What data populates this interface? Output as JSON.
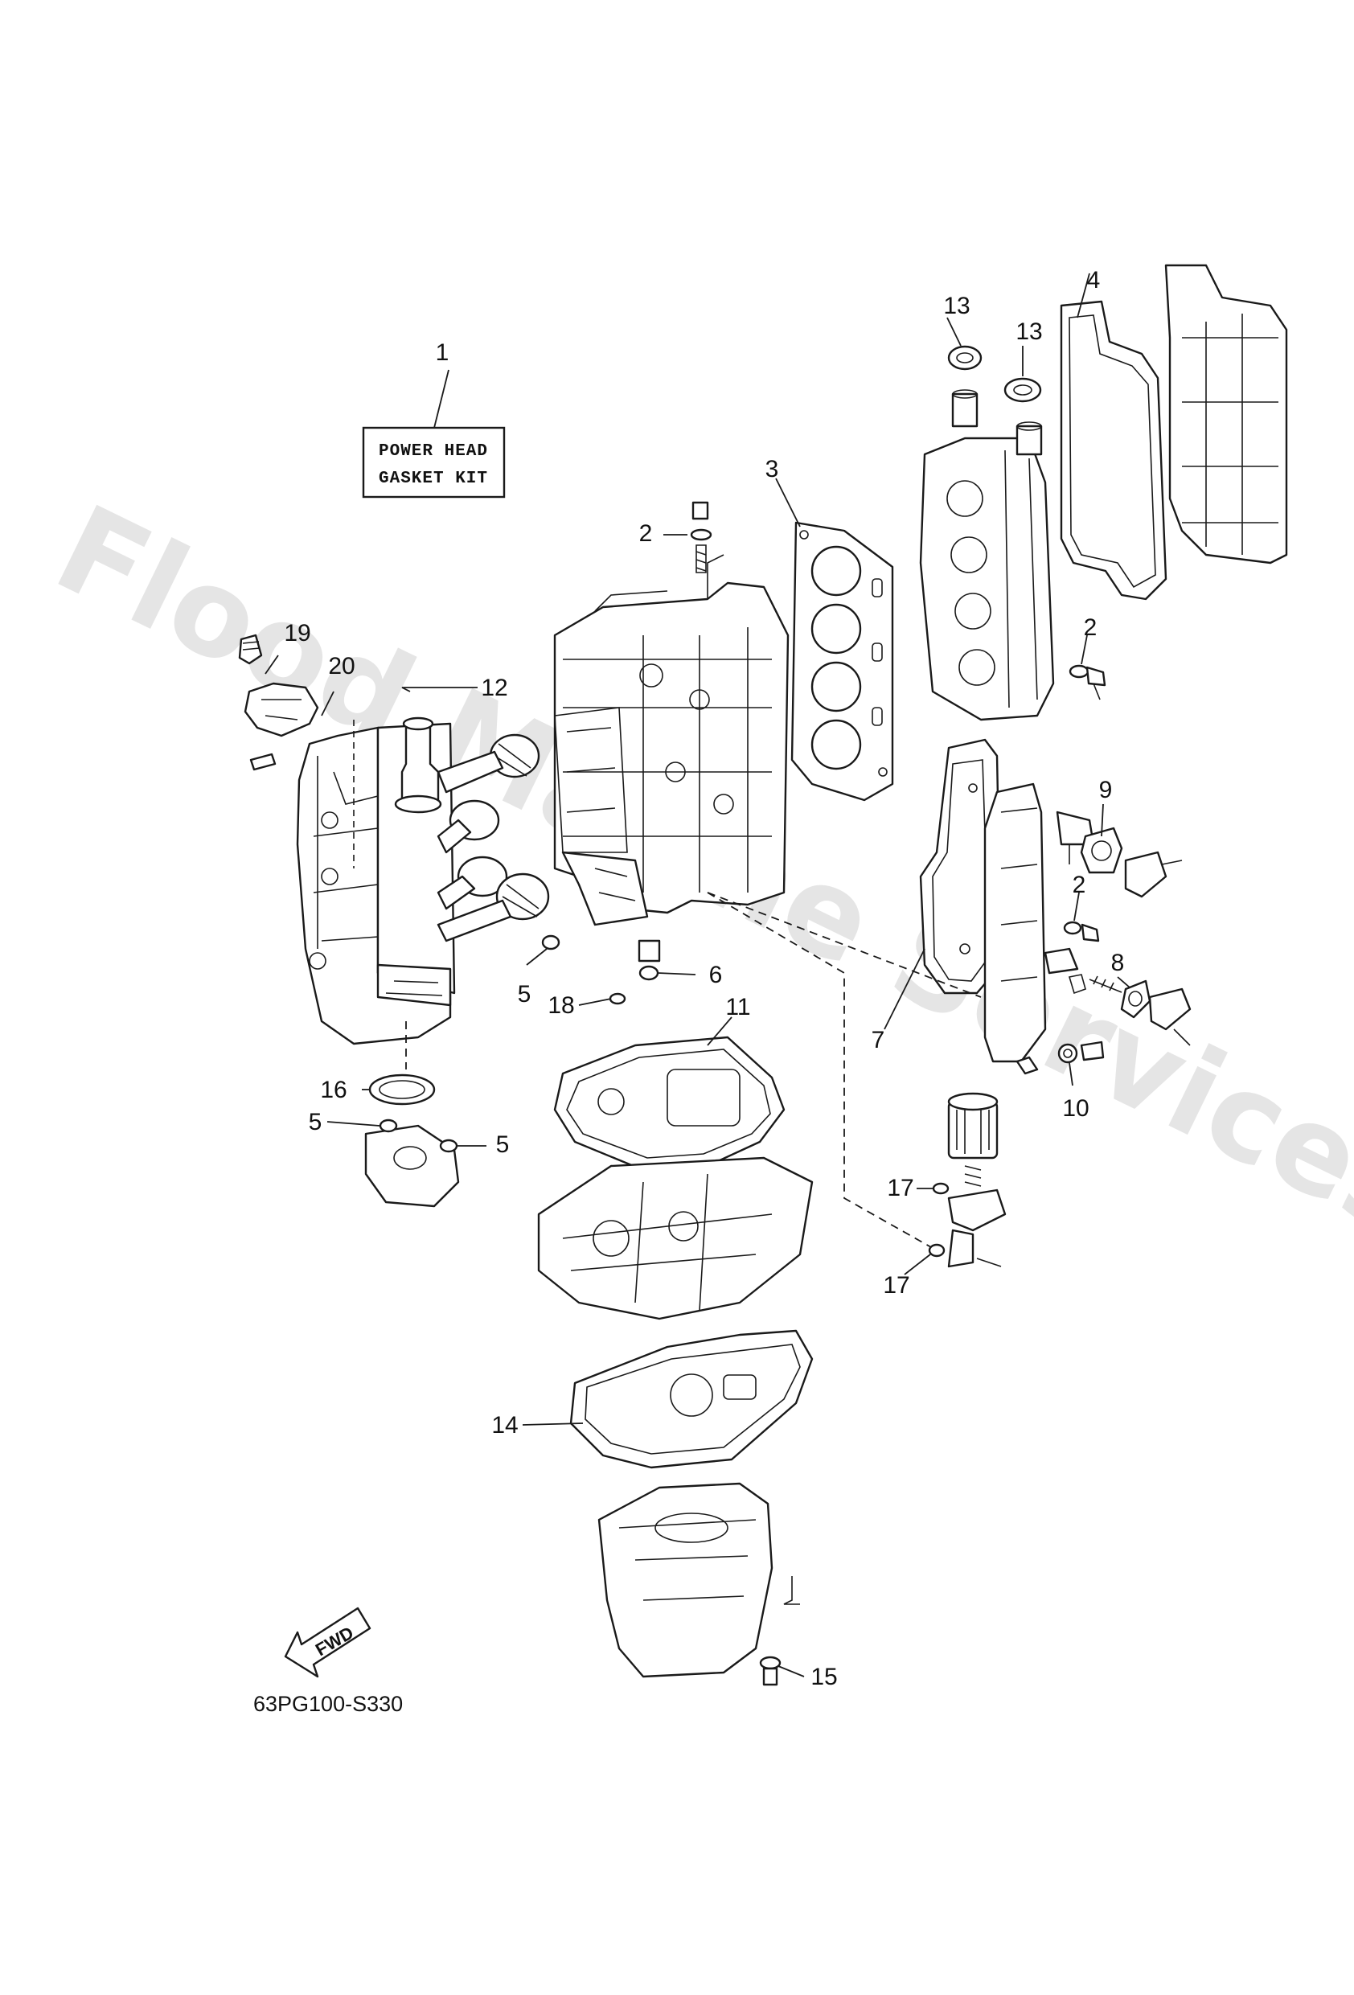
{
  "watermark": "Flood Marine Services",
  "kit_label": {
    "line1": "POWER HEAD",
    "line2": "GASKET KIT"
  },
  "diagram_code": "63PG100-S330",
  "fwd_label": "FWD",
  "callouts": {
    "c1": "1",
    "c2a": "2",
    "c2b": "2",
    "c2c": "2",
    "c3": "3",
    "c4": "4",
    "c5a": "5",
    "c5b": "5",
    "c5c": "5",
    "c6": "6",
    "c7": "7",
    "c8": "8",
    "c9": "9",
    "c10": "10",
    "c11": "11",
    "c12": "12",
    "c13a": "13",
    "c13b": "13",
    "c14": "14",
    "c15": "15",
    "c16": "16",
    "c17a": "17",
    "c17b": "17",
    "c18": "18",
    "c19": "19",
    "c20": "20"
  }
}
